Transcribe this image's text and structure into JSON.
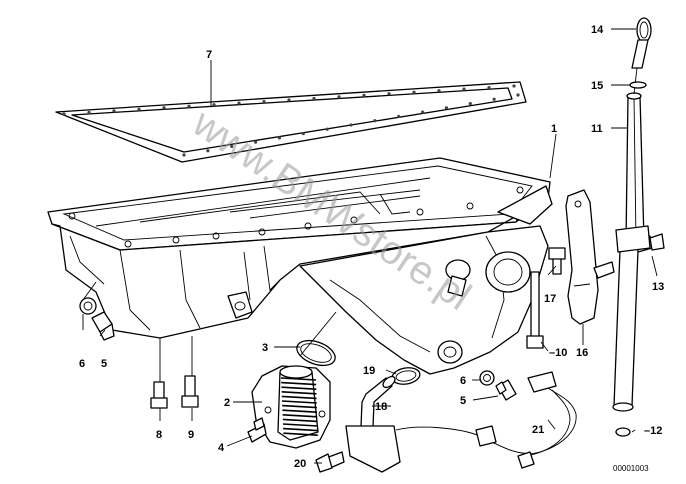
{
  "diagram": {
    "reference_code": "00001003",
    "watermark": "www.BMWstore.pl",
    "callouts": [
      {
        "id": "c1",
        "label": "1"
      },
      {
        "id": "c2",
        "label": "2"
      },
      {
        "id": "c3",
        "label": "3"
      },
      {
        "id": "c4",
        "label": "4"
      },
      {
        "id": "c5a",
        "label": "5"
      },
      {
        "id": "c5b",
        "label": "5"
      },
      {
        "id": "c6a",
        "label": "6"
      },
      {
        "id": "c6b",
        "label": "6"
      },
      {
        "id": "c7",
        "label": "7"
      },
      {
        "id": "c8",
        "label": "8"
      },
      {
        "id": "c9",
        "label": "9"
      },
      {
        "id": "c10",
        "label": "10"
      },
      {
        "id": "c11",
        "label": "11"
      },
      {
        "id": "c12",
        "label": "12"
      },
      {
        "id": "c13",
        "label": "13"
      },
      {
        "id": "c14",
        "label": "14"
      },
      {
        "id": "c15",
        "label": "15"
      },
      {
        "id": "c16",
        "label": "16"
      },
      {
        "id": "c17",
        "label": "17"
      },
      {
        "id": "c18",
        "label": "18"
      },
      {
        "id": "c19",
        "label": "19"
      },
      {
        "id": "c20",
        "label": "20"
      },
      {
        "id": "c21",
        "label": "21"
      }
    ]
  }
}
